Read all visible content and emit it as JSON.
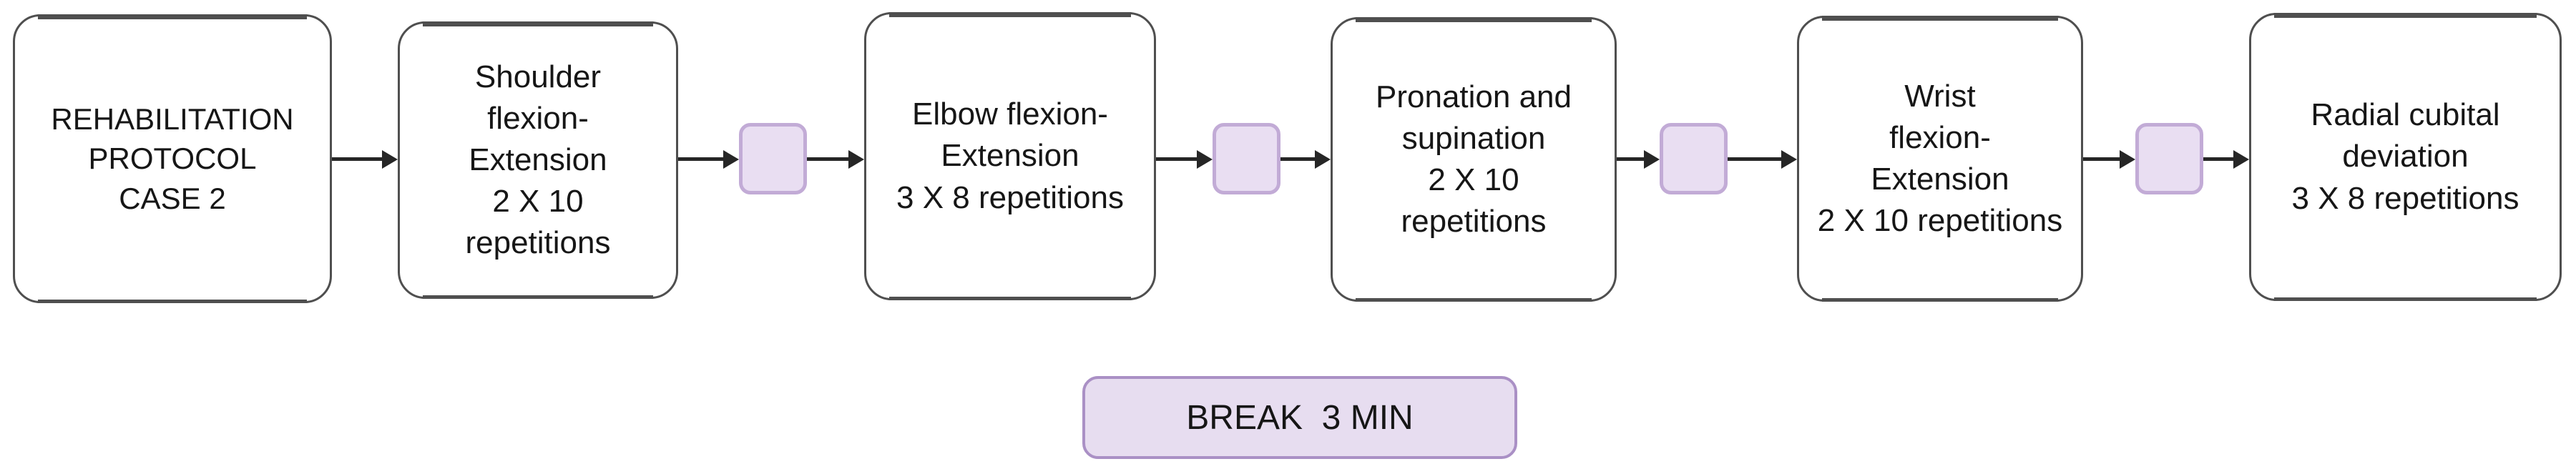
{
  "diagram": {
    "nodes": [
      {
        "name": "rehabilitation-protocol-case-2",
        "label": "REHABILITATION\nPROTOCOL\nCASE 2"
      },
      {
        "name": "shoulder-flexion-extension",
        "label": "Shoulder\nflexion-\nExtension\n2 X 10\nrepetitions"
      },
      {
        "name": "elbow-flexion-extension",
        "label": "Elbow flexion-\nExtension\n3 X 8 repetitions"
      },
      {
        "name": "pronation-and-supination",
        "label": "Pronation and\nsupination\n2 X 10\nrepetitions"
      },
      {
        "name": "wrist-flexion-extension",
        "label": "Wrist\nflexion-\nExtension\n2 X 10 repetitions"
      },
      {
        "name": "radial-cubital-deviation",
        "label": "Radial cubital\ndeviation\n3 X 8 repetitions"
      }
    ],
    "break_label": "BREAK  3 MIN",
    "rest_marker_count": 4,
    "colors": {
      "node_border": "#4f4f4f",
      "node_fill": "#ffffff",
      "text": "#161616",
      "arrow": "#262626",
      "rest_marker_fill": "#e9def2",
      "rest_marker_border": "#c2abd6",
      "break_fill": "#e7ddf0",
      "break_border": "#aa90c5"
    }
  }
}
